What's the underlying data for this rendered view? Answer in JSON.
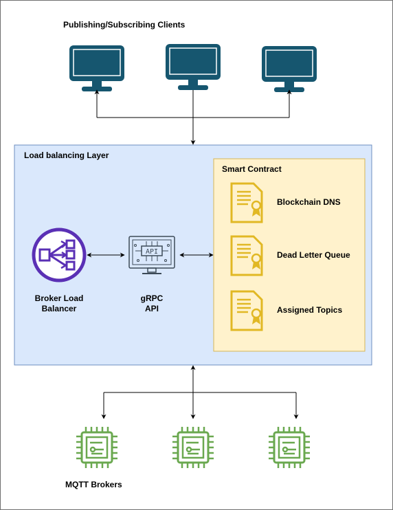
{
  "clients": {
    "title": "Publishing/Subscribing Clients",
    "icon": "monitor-icon",
    "count": 3
  },
  "load_balancing_layer": {
    "title": "Load balancing Layer",
    "broker_load_balancer": {
      "line1": "Broker Load",
      "line2": "Balancer",
      "icon": "load-balancer-icon"
    },
    "grpc_api": {
      "line1": "gRPC",
      "line2": "API",
      "icon": "api-monitor-icon"
    }
  },
  "smart_contract": {
    "title": "Smart Contract",
    "items": [
      {
        "label": "Blockchain DNS",
        "icon": "certificate-icon"
      },
      {
        "label": "Dead Letter Queue",
        "icon": "certificate-icon"
      },
      {
        "label": "Assigned Topics",
        "icon": "certificate-icon"
      }
    ]
  },
  "brokers": {
    "title": "MQTT Brokers",
    "icon": "chip-icon",
    "count": 3
  },
  "colors": {
    "monitor": "#16566f",
    "layer_fill": "#dae8fc",
    "layer_stroke": "#6c8ebf",
    "contract_fill": "#fff2cc",
    "contract_stroke": "#d6b656",
    "certificate": "#e1b824",
    "load_balancer": "#5a30b5",
    "chip": "#6aa84f",
    "api_icon": "#3c4a57"
  }
}
